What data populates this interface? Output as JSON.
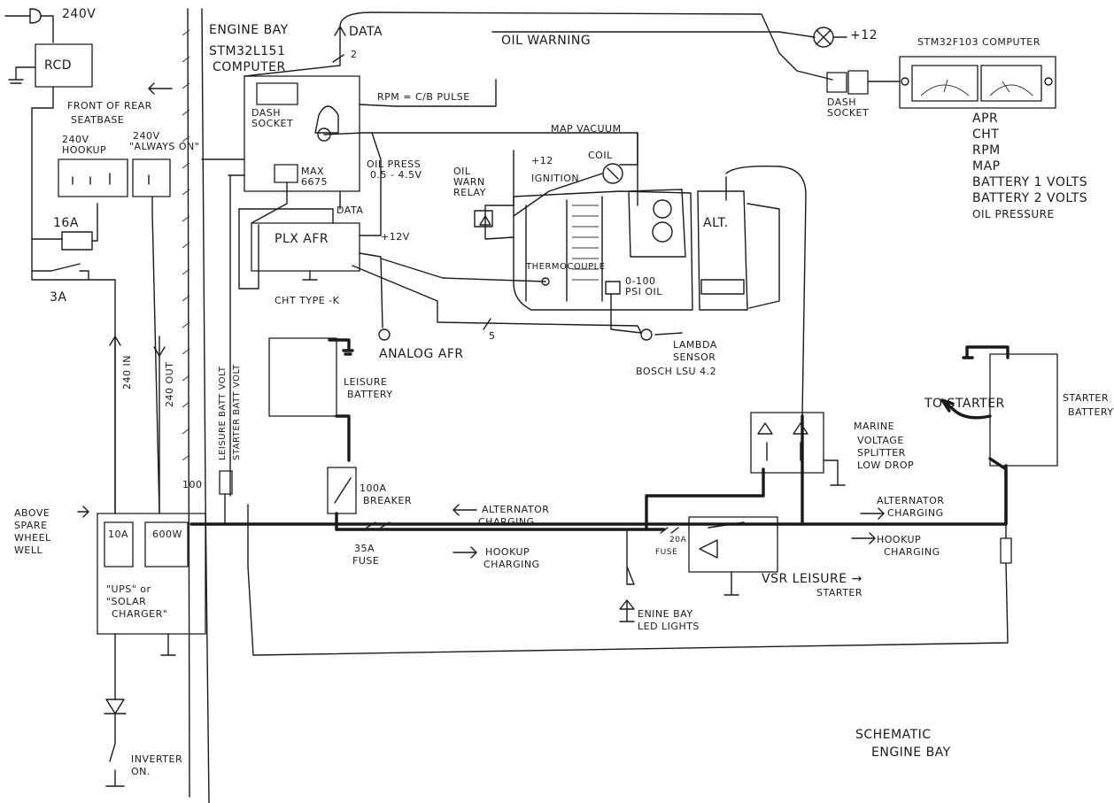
{
  "labels": {
    "v240": "240V",
    "rcd": "RCD",
    "engine_bay": "ENGINE BAY",
    "stm_l151": "STM32L151",
    "computer": "COMPUTER",
    "data_top": "DATA",
    "data_count": "2",
    "oil_warning": "OIL WARNING",
    "plus12_top": "+12",
    "stm_f103": "STM32F103 COMPUTER",
    "front_rear": "FRONT OF REAR",
    "seatbase": "SEATBASE",
    "hookup_240": "240V",
    "hookup": "HOOKUP",
    "always_240": "240V",
    "always_on": "\"ALWAYS ON\"",
    "dash_socket_left": "DASH SOCKET",
    "dash_socket_right": "DASH SOCKET",
    "rpm_cb": "RPM = C/B PULSE",
    "map_vacuum": "MAP VACUUM",
    "max6675": "MAX 6675",
    "oil_press": "OIL PRESS",
    "oil_press_range": "0.5 - 4.5V",
    "oil_warn_relay": "OIL WARN RELAY",
    "plus12_ign": "+12",
    "ignition": "IGNITION",
    "coil": "COIL",
    "data_mid": "DATA",
    "fuse16": "16A",
    "plx_afr": "PLX AFR",
    "plus12v": "+12V",
    "alt": "ALT.",
    "thermocouple": "THERMOCOUPLE",
    "psi_oil_range": "0-100",
    "psi_oil": "PSI OIL",
    "fuse3": "3A",
    "cht_type": "CHT TYPE -K",
    "five": "5",
    "analog_afr": "ANALOG AFR",
    "lambda1": "LAMBDA",
    "lambda2": "SENSOR",
    "lambda3": "BOSCH LSU 4.2",
    "leisure": "LEISURE",
    "battery": "BATTERY",
    "v240_in": "240 IN",
    "v240_out": "240 OUT",
    "leisure_batt_volt": "LEISURE BATT VOLT",
    "starter_batt_volt": "STARTER BATT VOLT",
    "hundred": "100",
    "breaker100a": "100A",
    "breaker": "BREAKER",
    "to_starter": "TO STARTER",
    "starter_battery1": "STARTER",
    "starter_battery2": "BATTERY",
    "marine1": "MARINE",
    "marine2": "VOLTAGE",
    "marine3": "SPLITTER",
    "marine4": "LOW DROP",
    "above_spare1": "ABOVE",
    "above_spare2": "SPARE",
    "above_spare3": "WHEEL",
    "above_spare4": "WELL",
    "charger10a": "10A",
    "charger600w": "600W",
    "alt_charging_left1": "ALTERNATOR",
    "alt_charging_left2": "CHARGING",
    "alt_charging_right1": "ALTERNATOR",
    "alt_charging_right2": "CHARGING",
    "fuse35": "35A",
    "fuse35_label": "FUSE",
    "hookup_charging_left1": "HOOKUP",
    "hookup_charging_left2": "CHARGING",
    "fuse20": "20A",
    "fuse20_label": "FUSE",
    "hookup_charging_right1": "HOOKUP",
    "hookup_charging_right2": "CHARGING",
    "vsr": "VSR LEISURE →",
    "vsr2": "STARTER",
    "ups1": "\"UPS\" or",
    "ups2": "\"SOLAR",
    "ups3": "CHARGER\"",
    "led1": "ENINE BAY",
    "led2": "LED LIGHTS",
    "inverter1": "INVERTER",
    "inverter2": "ON.",
    "schematic1": "SCHEMATIC",
    "schematic2": "ENGINE BAY"
  },
  "readouts": [
    "APR",
    "CHT",
    "RPM",
    "MAP",
    "BATTERY 1 VOLTS",
    "BATTERY 2 VOLTS",
    "OIL PRESSURE"
  ]
}
